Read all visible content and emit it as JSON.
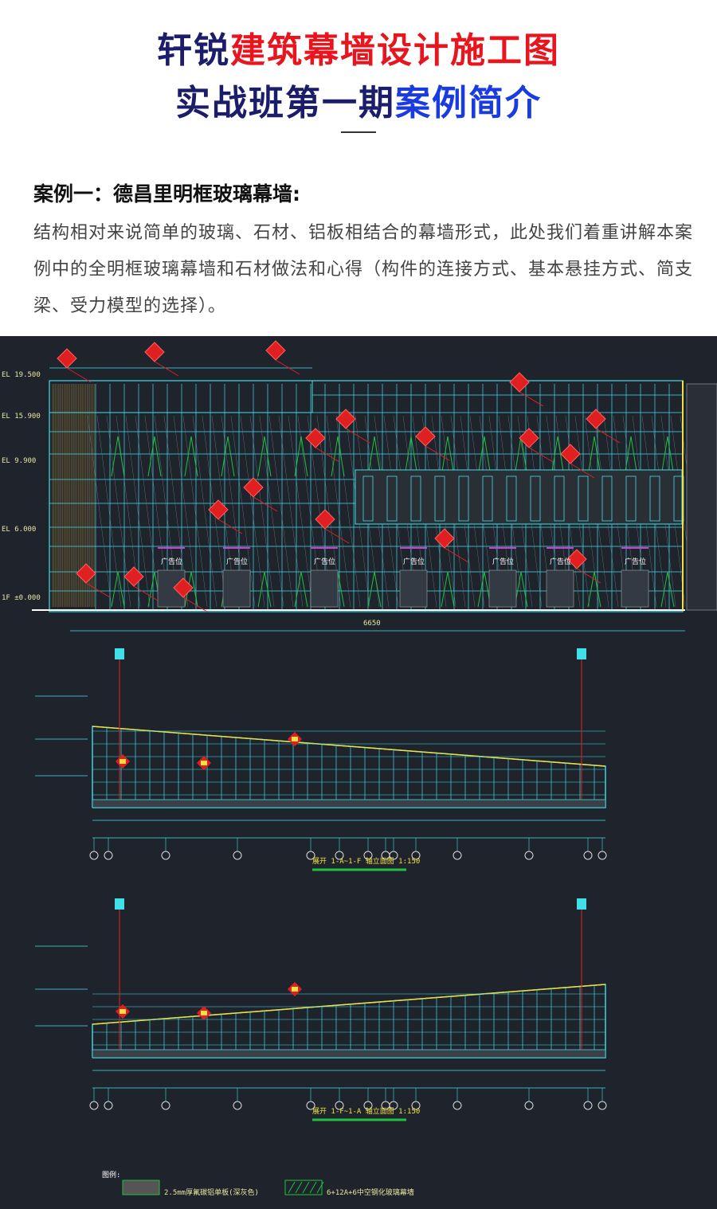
{
  "header": {
    "title_line1_a": "轩锐",
    "title_line1_b": "建筑幕墙设计施工图",
    "title_line2_a": "实战班第一期",
    "title_line2_b": "案例简介"
  },
  "case": {
    "title": "案例一：德昌里明框玻璃幕墙:",
    "description": "结构相对来说简单的玻璃、石材、铝板相结合的幕墙形式，此处我们着重讲解本案例中的全明框玻璃幕墙和石材做法和心得（构件的连接方式、基本悬挂方式、简支梁、受力模型的选择）。"
  },
  "drawing": {
    "sign_label": "广告位",
    "level_labels": [
      "EL 19.500",
      "EL 15.900",
      "EL 9.900",
      "EL 6.000",
      "1F ±0.000"
    ],
    "dimension_total": "6650",
    "caption1": "展开 1-A~1-F 轴立面图 1:150",
    "caption2": "展开 1-F~1-A 轴立面图 1:150",
    "legend_title": "图例:",
    "legend_item1": "2.5mm厚氟碳铝单板(深灰色)",
    "legend_item2": "6+12A+6中空钢化玻璃幕墙"
  },
  "colors": {
    "cad_bg": "#1f232c",
    "grid_cyan": "#3fe0e8",
    "accent_red": "#e02020",
    "accent_yellow": "#f0e040",
    "accent_green": "#20c040"
  }
}
